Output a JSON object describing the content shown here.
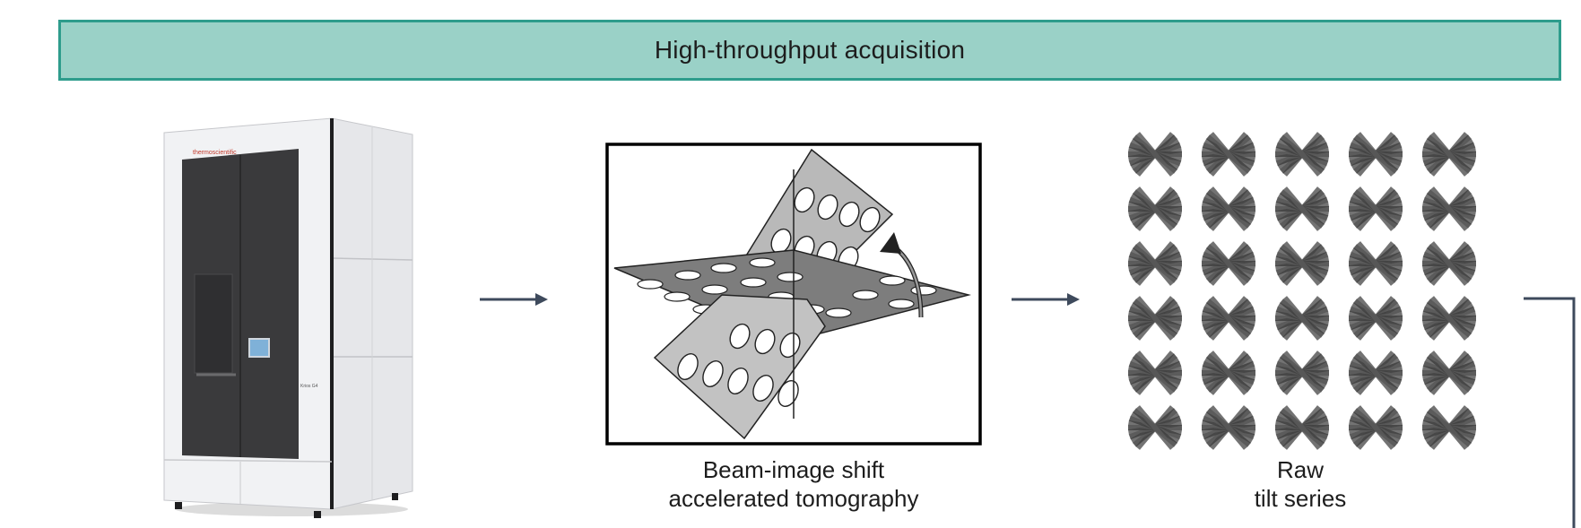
{
  "banner": {
    "title": "High-throughput acquisition"
  },
  "microscope": {
    "brand_label": "thermoscientific",
    "model_label": "Krios G4"
  },
  "bis_panel": {
    "caption_line1": "Beam-image shift",
    "caption_line2": "accelerated tomography"
  },
  "tilt_series": {
    "caption_line1": "Raw",
    "caption_line2": "tilt series",
    "rows": 6,
    "columns": 5
  },
  "colors": {
    "banner_fill": "#9ad1c7",
    "banner_border": "#2e9c8c",
    "arrow": "#3e4a5c",
    "microscope_body": "#ecedf0",
    "microscope_door": "#3a3a3c",
    "tilt_fan": "#5a5a5a"
  },
  "icons": {
    "flow_arrow_1": "right-arrow-icon",
    "flow_arrow_2": "right-arrow-icon",
    "rotation_arrow": "curved-arrow-icon",
    "connector": "elbow-connector-icon"
  }
}
